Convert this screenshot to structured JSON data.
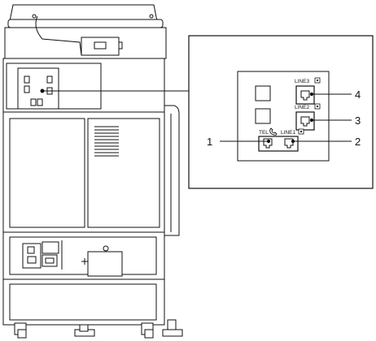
{
  "callouts": {
    "c1": "1",
    "c2": "2",
    "c3": "3",
    "c4": "4"
  },
  "port_labels": {
    "tel": "TEL",
    "line1": "LINE1",
    "line2": "LINE2",
    "line3": "LINE3"
  },
  "icons": {
    "phone": "phone-icon",
    "port_marker": "port-marker-icon"
  },
  "colors": {
    "line": "#111111",
    "panel_fill": "#ffffff",
    "background": "#ffffff"
  }
}
